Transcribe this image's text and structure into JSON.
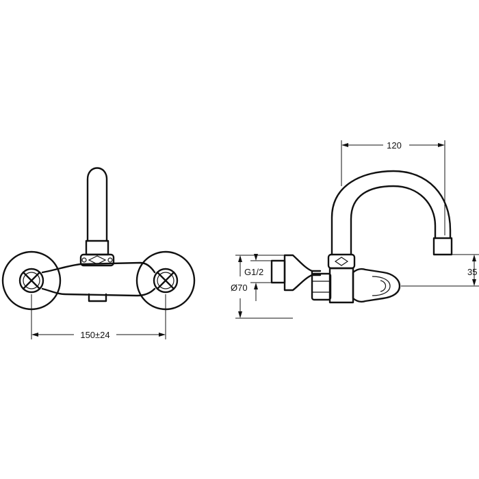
{
  "dimensions": {
    "spacing": "150±24",
    "reach": "120",
    "height": "35",
    "thread": "G1/2",
    "rosette": "Ø70"
  }
}
